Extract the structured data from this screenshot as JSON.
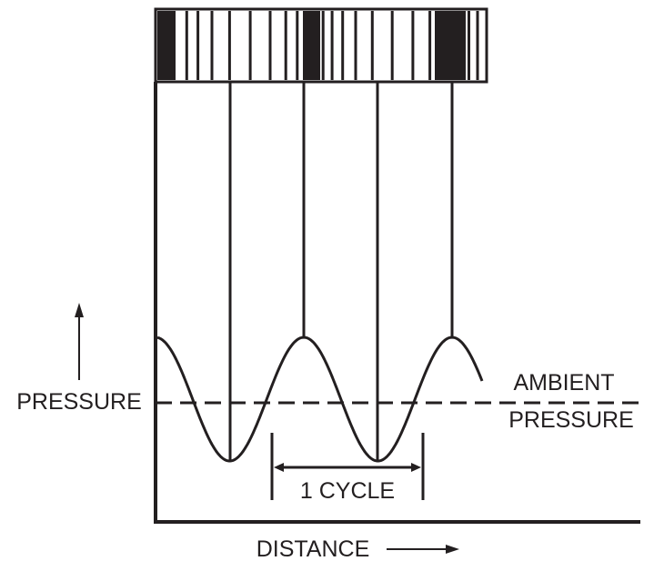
{
  "labels": {
    "pressure_axis": "PRESSURE",
    "distance_axis": "DISTANCE",
    "ambient_line1": "AMBIENT",
    "ambient_line2": "PRESSURE",
    "cycle": "1 CYCLE"
  },
  "colors": {
    "ink": "#231f20",
    "background": "#ffffff"
  }
}
